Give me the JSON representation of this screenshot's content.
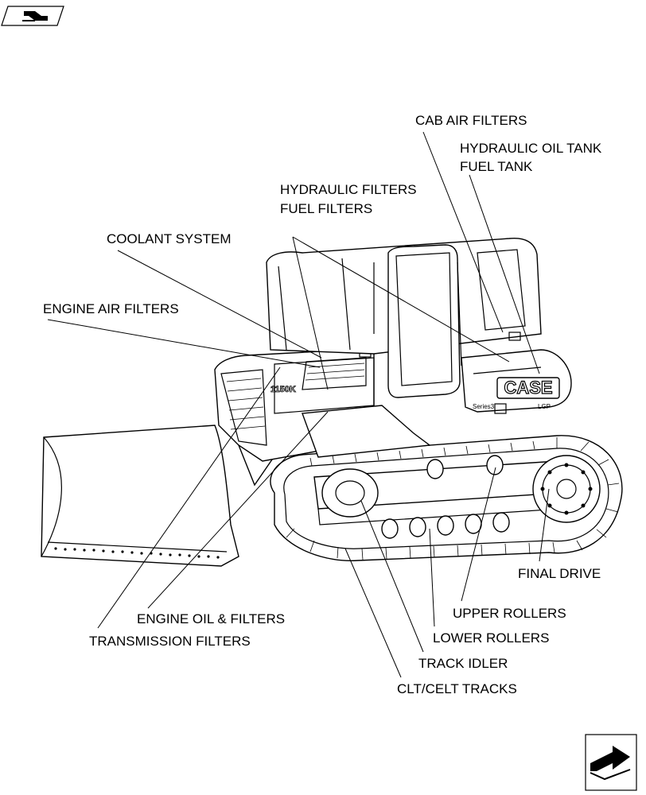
{
  "nav": {
    "prev_icon": "back-arrow-icon",
    "next_icon": "forward-arrow-icon"
  },
  "labels": {
    "cab_air_filters": "CAB AIR FILTERS",
    "hydraulic_oil_tank": "HYDRAULIC OIL TANK",
    "fuel_tank": "FUEL TANK",
    "hydraulic_filters": "HYDRAULIC FILTERS",
    "fuel_filters": "FUEL FILTERS",
    "coolant_system": "COOLANT SYSTEM",
    "engine_air_filters": "ENGINE AIR FILTERS",
    "final_drive": "FINAL DRIVE",
    "upper_rollers": "UPPER ROLLERS",
    "engine_oil_filters": "ENGINE OIL & FILTERS",
    "lower_rollers": "LOWER ROLLERS",
    "transmission_filters": "TRANSMISSION FILTERS",
    "track_idler": "TRACK IDLER",
    "clt_celt_tracks": "CLT/CELT TRACKS"
  },
  "machine": {
    "brand_logo": "CASE",
    "model_badge": "1150K",
    "series_badge": "Series3",
    "variant_badge": "LGP"
  }
}
